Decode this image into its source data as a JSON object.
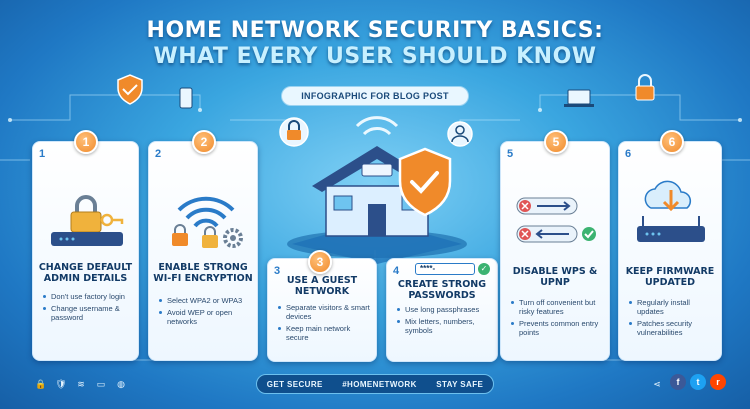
{
  "header": {
    "title_line1": "HOME NETWORK SECURITY BASICS:",
    "title_line2": "WHAT EVERY USER SHOULD KNOW",
    "subtitle": "INFOGRAPHIC FOR BLOG POST"
  },
  "cards": [
    {
      "index": "1",
      "badge": "1",
      "title": "CHANGE DEFAULT ADMIN DETAILS",
      "bullets": [
        "Don't use factory login",
        "Change username & password"
      ]
    },
    {
      "index": "2",
      "badge": "2",
      "title": "ENABLE STRONG WI-FI ENCRYPTION",
      "bullets": [
        "Select WPA2 or WPA3",
        "Avoid WEP or open networks"
      ]
    },
    {
      "index": "3",
      "badge": "3",
      "title": "USE A GUEST NETWORK",
      "bullets": [
        "Separate visitors & smart devices",
        "Keep main network secure"
      ]
    },
    {
      "index": "4",
      "badge": "4",
      "title": "CREATE STRONG PASSWORDS",
      "password_sample": "****-",
      "bullets": [
        "Use long passphrases",
        "Mix letters, numbers, symbols"
      ]
    },
    {
      "index": "5",
      "badge": "5",
      "title": "DISABLE WPS & UPNP",
      "bullets": [
        "Turn off convenient but risky features",
        "Prevents common entry points"
      ]
    },
    {
      "index": "6",
      "badge": "6",
      "title": "KEEP FIRMWARE UPDATED",
      "bullets": [
        "Regularly install updates",
        "Patches security vulnerabilities"
      ]
    }
  ],
  "footer": {
    "items": [
      "GET SECURE",
      "#HOMENETWORK",
      "STAY SAFE"
    ],
    "left_icons": [
      "lock-icon",
      "shield-icon",
      "wifi-icon",
      "monitor-icon",
      "globe-icon"
    ],
    "social": {
      "share": "share-icon",
      "facebook": "f",
      "twitter": "t",
      "reddit": "r"
    }
  },
  "colors": {
    "accent_orange": "#f08a2a",
    "accent_blue": "#2a7bc8",
    "dark_navy": "#123a66",
    "check_green": "#3cb371",
    "cross_red": "#e05555"
  }
}
